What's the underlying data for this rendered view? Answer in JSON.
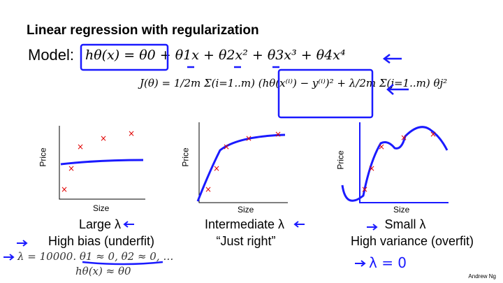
{
  "title": "Linear regression with regularization",
  "model_label": "Model:",
  "hypothesis": "hθ(x) = θ0 + θ1x + θ2x² + θ3x³ + θ4x⁴",
  "cost": "J(θ) = 1/2m Σ(i=1..m) (hθ(x⁽ⁱ⁾) − y⁽ⁱ⁾)² + λ/2m Σ(j=1..m) θj²",
  "plots": [
    {
      "xlabel": "Size",
      "ylabel": "Price",
      "caption": "Large λ",
      "subcaption": "High bias (underfit)"
    },
    {
      "xlabel": "Size",
      "ylabel": "Price",
      "caption": "Intermediate λ",
      "subcaption": "“Just right”"
    },
    {
      "xlabel": "Size",
      "ylabel": "Price",
      "caption": "Small λ",
      "subcaption": "High variance (overfit)"
    }
  ],
  "large_lambda_note": "λ = 10000. θ1 ≈ 0, θ2 ≈ 0, …",
  "large_lambda_result": "hθ(x) ≈ θ0",
  "handwritten_small_lambda": "λ = 0",
  "author": "Andrew Ng",
  "colors": {
    "ink": "#1a1aff",
    "marker": "#e00000"
  }
}
